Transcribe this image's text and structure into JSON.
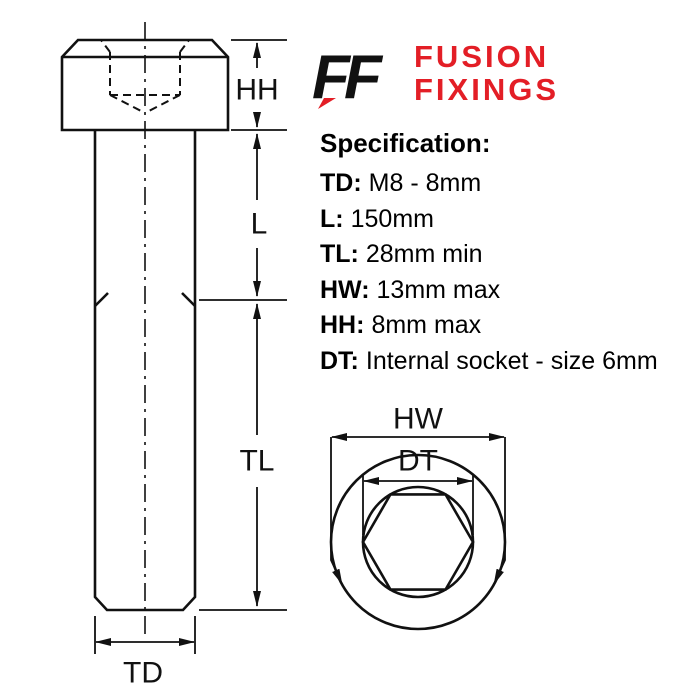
{
  "brand": {
    "name_line1": "FUSION",
    "name_line2": "FIXINGS",
    "logo_icon": "double-f-screw-icon",
    "brand_color": "#e31e26"
  },
  "specification": {
    "heading": "Specification:",
    "items": [
      {
        "key": "TD:",
        "value": "M8 - 8mm"
      },
      {
        "key": "L:",
        "value": "150mm"
      },
      {
        "key": "TL:",
        "value": "28mm min"
      },
      {
        "key": "HW:",
        "value": "13mm max"
      },
      {
        "key": "HH:",
        "value": "8mm max"
      },
      {
        "key": "DT:",
        "value": "Internal socket - size 6mm"
      }
    ]
  },
  "diagram": {
    "line_color": "#111111",
    "side_view": {
      "labels": {
        "head_height": "HH",
        "length": "L",
        "thread_length": "TL",
        "thread_diameter": "TD"
      }
    },
    "top_view": {
      "labels": {
        "head_width": "HW",
        "socket_size": "DT"
      }
    }
  }
}
